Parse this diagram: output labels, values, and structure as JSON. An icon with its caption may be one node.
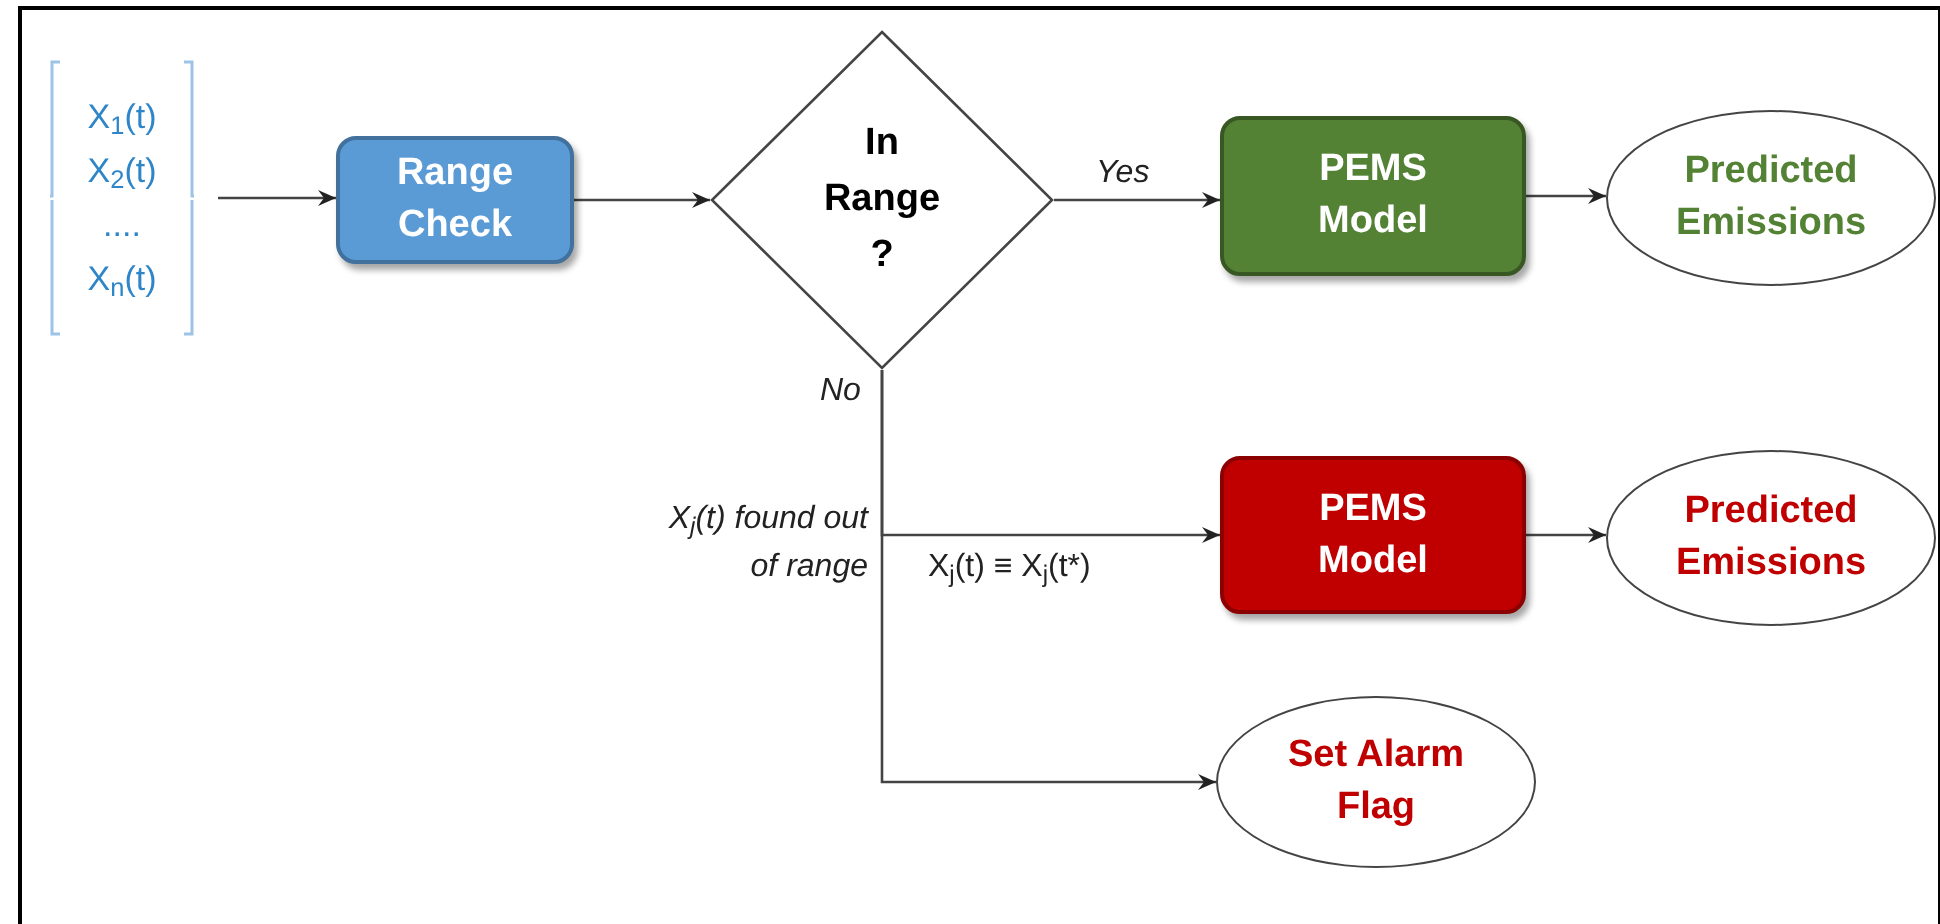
{
  "diagram": {
    "nodes": [
      {
        "text": [
          "X$_{1}$(t)",
          "X$_{2}$(t)",
          "....",
          "X$_{n}$(t)"
        ]
      },
      {
        "text": [
          "Range Check"
        ]
      },
      {
        "text": [
          "In Range ?"
        ]
      },
      {
        "text": [
          "PEMS Model"
        ]
      },
      {
        "text": [
          "Predicted Emissions"
        ]
      },
      {
        "text": [
          "PEMS Model"
        ]
      },
      {
        "text": [
          "Predicted Emissions"
        ]
      },
      {
        "text": [
          "Set Alarm Flag"
        ]
      }
    ],
    "edges": [
      {
        "from": 0,
        "to": 1,
        "arrow": "to"
      },
      {
        "from": 1,
        "to": 2,
        "arrow": "to"
      },
      {
        "from": 2,
        "to": 3,
        "arrow": "to",
        "label": "Yes"
      },
      {
        "from": 3,
        "to": 4,
        "arrow": "to"
      },
      {
        "from": 2,
        "to": 5,
        "arrow": "to",
        "label": "X$_{j}$(t) ≡ X$_{j}$(t*)"
      },
      {
        "from": 2,
        "to": 7,
        "arrow": "to"
      },
      {
        "from": 5,
        "to": 6,
        "arrow": "to"
      }
    ],
    "labels": [
      "No",
      "X$_{j}$(t) found out of range"
    ]
  }
}
